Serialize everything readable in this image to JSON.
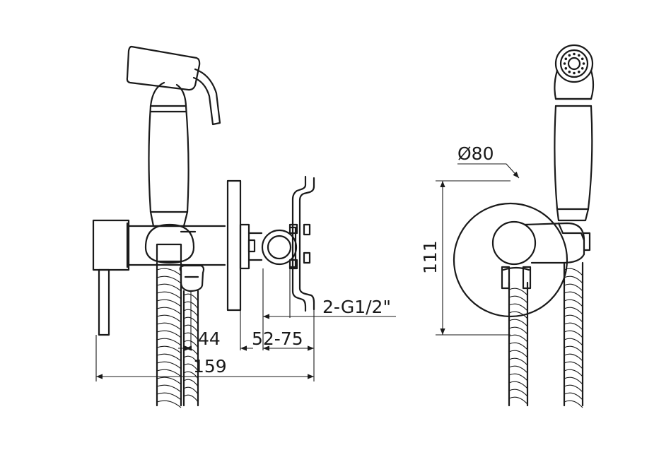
{
  "dimensions": {
    "width_44": "44",
    "range_52_75": "52-75",
    "thread": "2-G1/2\"",
    "width_159": "159",
    "diameter_80": "Ø80",
    "height_111": "111"
  },
  "colors": {
    "line": "#1a1a1a",
    "background": "#ffffff"
  }
}
